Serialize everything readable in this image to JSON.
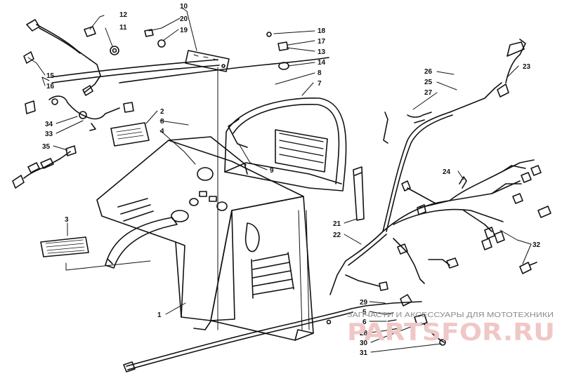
{
  "diagram": {
    "callouts": [
      {
        "id": "c12",
        "text": "12"
      },
      {
        "id": "c11",
        "text": "11"
      },
      {
        "id": "c10",
        "text": "10"
      },
      {
        "id": "c20",
        "text": "20"
      },
      {
        "id": "c19",
        "text": "19"
      },
      {
        "id": "c18",
        "text": "18"
      },
      {
        "id": "c17",
        "text": "17"
      },
      {
        "id": "c13",
        "text": "13"
      },
      {
        "id": "c14",
        "text": "14"
      },
      {
        "id": "c8a",
        "text": "8"
      },
      {
        "id": "c7",
        "text": "7"
      },
      {
        "id": "c26",
        "text": "26"
      },
      {
        "id": "c25",
        "text": "25"
      },
      {
        "id": "c27",
        "text": "27"
      },
      {
        "id": "c23",
        "text": "23"
      },
      {
        "id": "c15",
        "text": "15"
      },
      {
        "id": "c16",
        "text": "16"
      },
      {
        "id": "c34",
        "text": "34"
      },
      {
        "id": "c33",
        "text": "33"
      },
      {
        "id": "c35",
        "text": "35"
      },
      {
        "id": "c2",
        "text": "2"
      },
      {
        "id": "c8b",
        "text": "8"
      },
      {
        "id": "c4",
        "text": "4"
      },
      {
        "id": "c9",
        "text": "9"
      },
      {
        "id": "c24",
        "text": "24"
      },
      {
        "id": "c3",
        "text": "3"
      },
      {
        "id": "c21",
        "text": "21"
      },
      {
        "id": "c22",
        "text": "22"
      },
      {
        "id": "c32",
        "text": "32"
      },
      {
        "id": "c1",
        "text": "1"
      },
      {
        "id": "c29",
        "text": "29"
      },
      {
        "id": "c5",
        "text": "5"
      },
      {
        "id": "c6",
        "text": "6"
      },
      {
        "id": "c28",
        "text": "28"
      },
      {
        "id": "c30",
        "text": "30"
      },
      {
        "id": "c31",
        "text": "31"
      }
    ]
  },
  "watermark": {
    "caption": "ЗАПЧАСТИ И АКСЕССУАРЫ ДЛЯ МОТОТЕХНИКИ",
    "brand": "PARTSFOR.RU"
  }
}
